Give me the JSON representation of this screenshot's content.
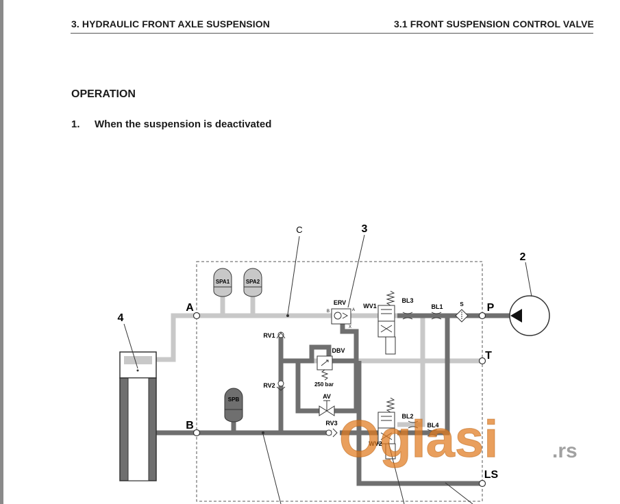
{
  "header": {
    "left_title": "3. HYDRAULIC FRONT AXLE SUSPENSION",
    "right_title": "3.1 FRONT SUSPENSION CONTROL VALVE"
  },
  "section": {
    "heading": "OPERATION",
    "step_number": "1.",
    "step_text": "When the suspension is deactivated"
  },
  "diagram": {
    "callouts": {
      "c": "C",
      "n3": "3",
      "n2": "2",
      "n4": "4"
    },
    "ports": {
      "a": "A",
      "b": "B",
      "p": "P",
      "t": "T",
      "ls": "LS"
    },
    "components": {
      "spa1": "SPA1",
      "spa2": "SPA2",
      "spb": "SPB",
      "erv": "ERV",
      "wv1": "WV1",
      "wv2": "WV2",
      "bl1": "BL1",
      "bl2": "BL2",
      "bl3": "BL3",
      "bl4": "BL4",
      "s": "S",
      "rv1": "RV1",
      "rv2": "RV2",
      "rv3": "RV3",
      "dbv": "DBV",
      "av": "AV",
      "pressure": "250 bar",
      "erv_b": "B",
      "erv_a": "A",
      "erv_x": "X"
    },
    "line_colors": {
      "dark": "#6f6f6f",
      "light": "#c8c8c8",
      "outline": "#3a3a3a"
    }
  },
  "watermark": {
    "letters": "Oglasi",
    "suffix": ".rs",
    "color": "#e07a1f"
  }
}
